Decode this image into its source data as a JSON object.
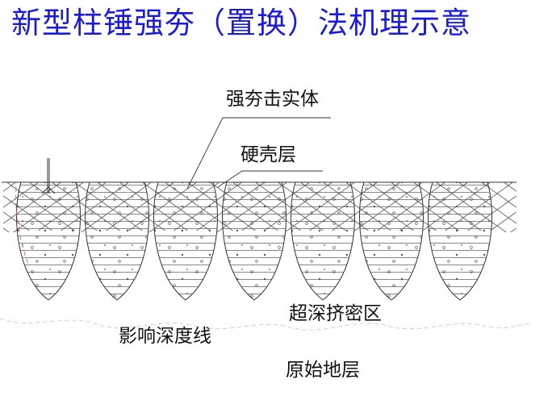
{
  "title": "新型柱锤强夯（置换）法机理示意",
  "labels": {
    "compacted_body": "强夯击实体",
    "hard_shell": "硬壳层",
    "super_compaction_zone": "超深挤密区",
    "influence_depth_line": "影响深度线",
    "original_stratum": "原始地层"
  },
  "colors": {
    "title": "#1a1adc",
    "line": "#333333",
    "dashed_boundary": "#e06070",
    "text": "#111111"
  },
  "columns_count": 7
}
